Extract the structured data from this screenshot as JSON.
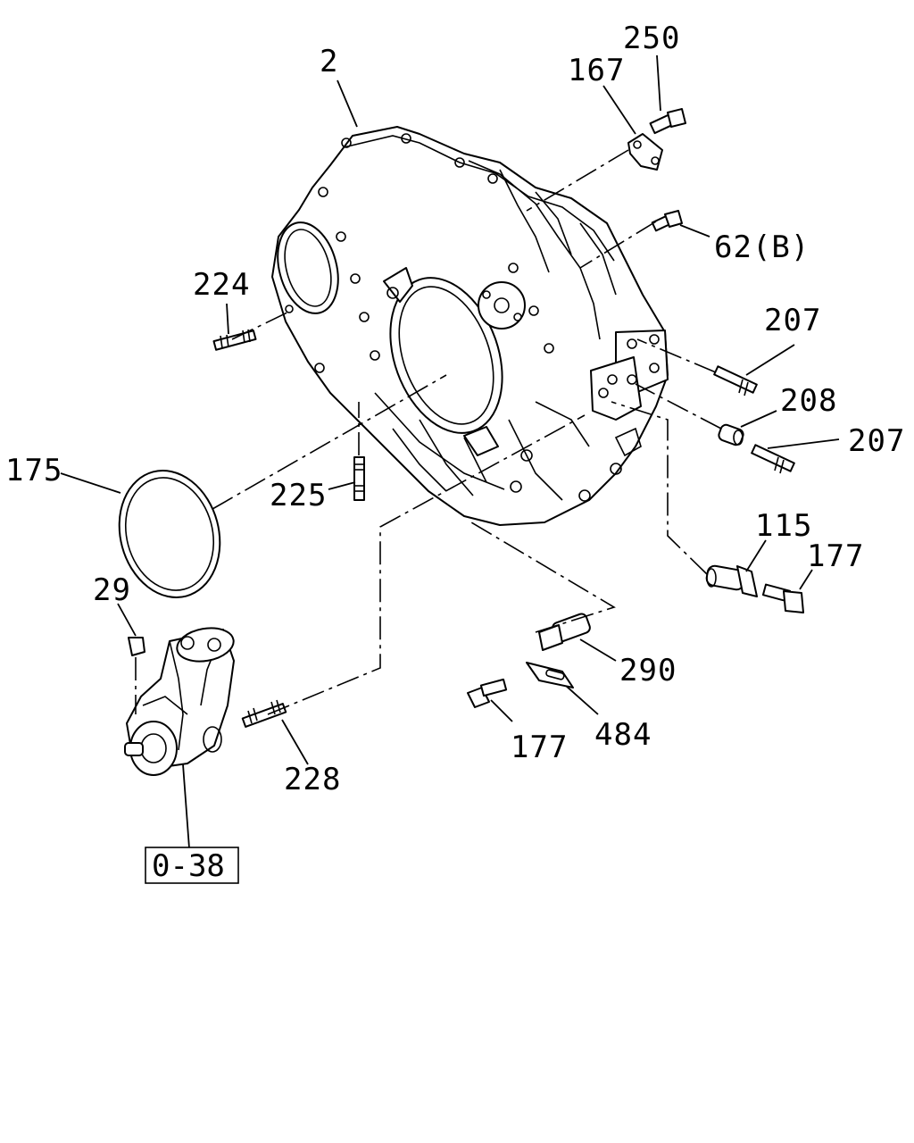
{
  "diagram": {
    "callouts": {
      "c2": "2",
      "c250": "250",
      "c167": "167",
      "c62b": "62(B)",
      "c224": "224",
      "c207a": "207",
      "c208": "208",
      "c207b": "207",
      "c175": "175",
      "c225": "225",
      "c115": "115",
      "c177a": "177",
      "c29": "29",
      "c290": "290",
      "c484": "484",
      "c177b": "177",
      "c228": "228"
    },
    "reference_box": "0-38"
  }
}
